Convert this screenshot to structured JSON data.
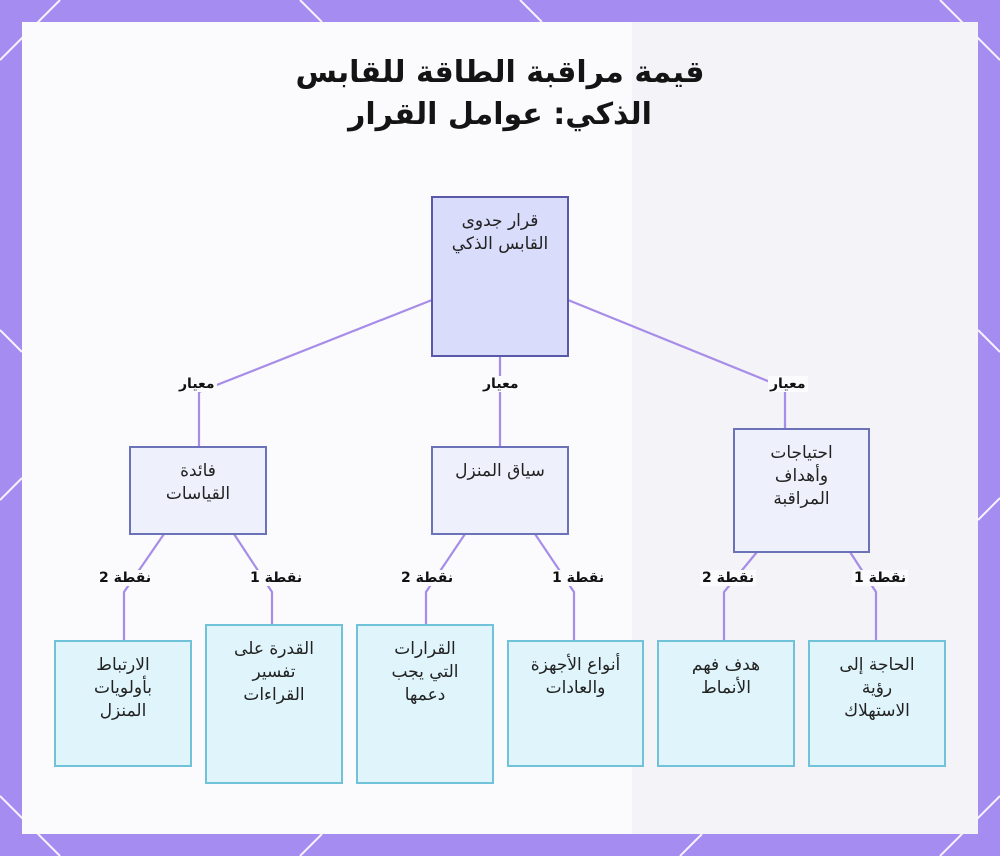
{
  "diagram": {
    "title_line1": "قيمة مراقبة الطاقة للقابس",
    "title_line2": "الذكي: عوامل القرار",
    "root": "قرار جدوى القابس الذكي",
    "edge_root_label": "معيار",
    "criteria": [
      {
        "label": "احتياجات وأهداف المراقبة",
        "leaves": [
          {
            "edge": "نقطة 1",
            "label": "الحاجة إلى رؤية الاستهلاك"
          },
          {
            "edge": "نقطة 2",
            "label": "هدف فهم الأنماط"
          }
        ]
      },
      {
        "label": "سياق المنزل",
        "leaves": [
          {
            "edge": "نقطة 1",
            "label": "أنواع الأجهزة والعادات"
          },
          {
            "edge": "نقطة 2",
            "label": "القرارات التي يجب دعمها"
          }
        ]
      },
      {
        "label": "فائدة القياسات",
        "leaves": [
          {
            "edge": "نقطة 1",
            "label": "القدرة على تفسير القراءات"
          },
          {
            "edge": "نقطة 2",
            "label": "الارتباط بأولويات المنزل"
          }
        ]
      }
    ]
  },
  "colors": {
    "frame": "#a48cf0",
    "root_fill": "#d9dcfb",
    "criteria_fill": "#eef1fc",
    "leaf_fill": "#dff5fb",
    "connector": "#a78de8"
  }
}
